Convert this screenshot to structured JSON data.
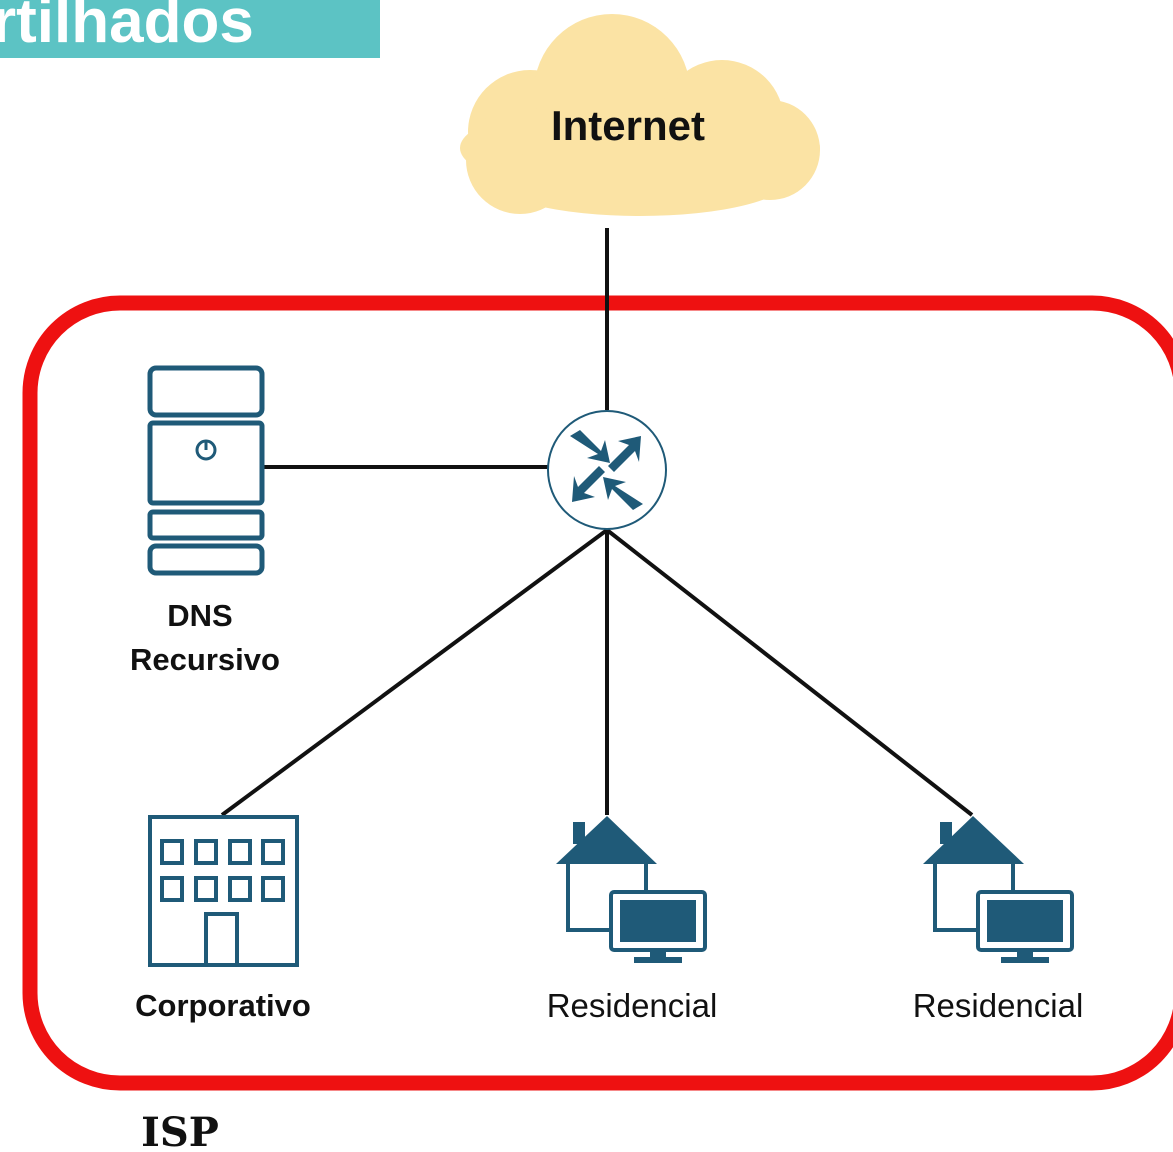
{
  "banner": {
    "text": "rtilhados",
    "color": "#5cc3c4"
  },
  "cloud": {
    "label": "Internet",
    "color": "#fbe3a4"
  },
  "isp_boundary": {
    "label": "ISP",
    "color": "#ee1111"
  },
  "nodes": {
    "dns": {
      "label_line1": "DNS",
      "label_line2": "Recursivo",
      "icon": "server-icon"
    },
    "router": {
      "icon": "router-icon"
    },
    "corporativo": {
      "label": "Corporativo",
      "icon": "building-icon"
    },
    "residencial_1": {
      "label": "Residencial",
      "icon": "house-computer-icon"
    },
    "residencial_2": {
      "label": "Residencial",
      "icon": "house-computer-icon"
    }
  },
  "icon_color": "#1f5a78",
  "links": [
    {
      "from": "cloud",
      "to": "router"
    },
    {
      "from": "dns",
      "to": "router"
    },
    {
      "from": "router",
      "to": "corporativo"
    },
    {
      "from": "router",
      "to": "residencial_1"
    },
    {
      "from": "router",
      "to": "residencial_2"
    }
  ]
}
